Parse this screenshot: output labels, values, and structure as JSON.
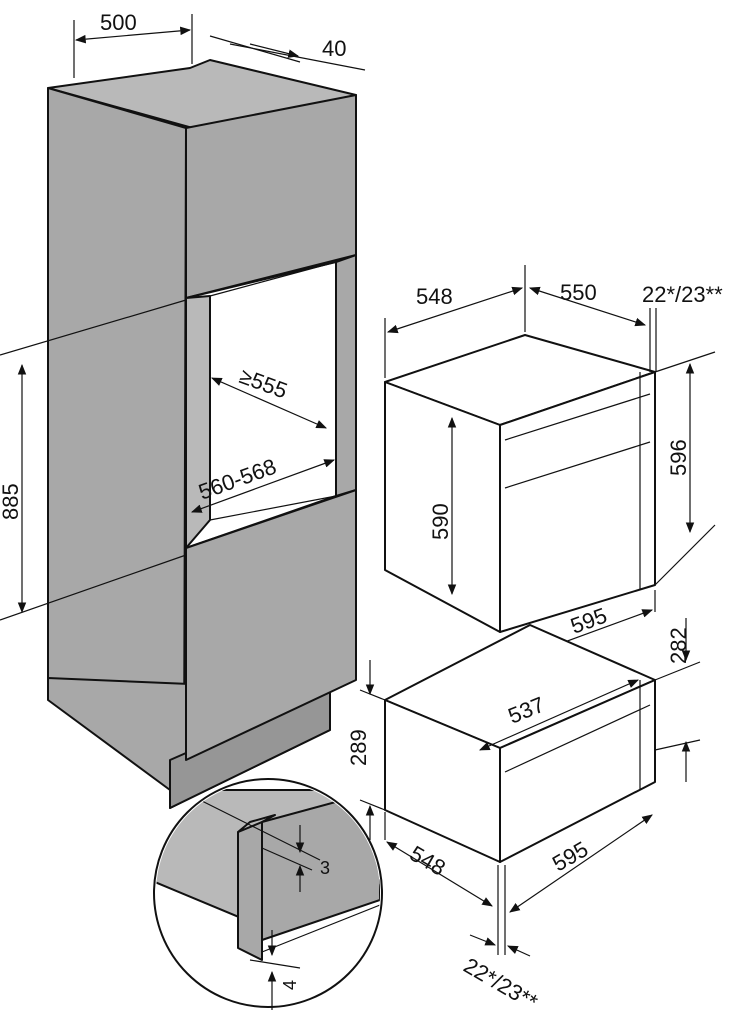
{
  "dimensions": {
    "cabinet_depth": "500",
    "top_recess": "40",
    "niche_height": "885",
    "niche_depth": "≥555",
    "niche_width": "560-568",
    "oven_depth": "548",
    "oven_body_depth": "550",
    "oven_front_thickness": "22*/23**",
    "oven_front_height": "596",
    "oven_body_height": "590",
    "oven_width": "595",
    "drawer_width_inner": "537",
    "drawer_front_height": "282",
    "drawer_body_height": "289",
    "drawer_depth": "548",
    "drawer_width": "595",
    "drawer_front_thickness": "22*/23**",
    "detail_gap_top": "3",
    "detail_gap_bottom": "4"
  },
  "colors": {
    "cabinet_fill": "#a8a8a8",
    "line": "#111111",
    "background": "#ffffff"
  }
}
